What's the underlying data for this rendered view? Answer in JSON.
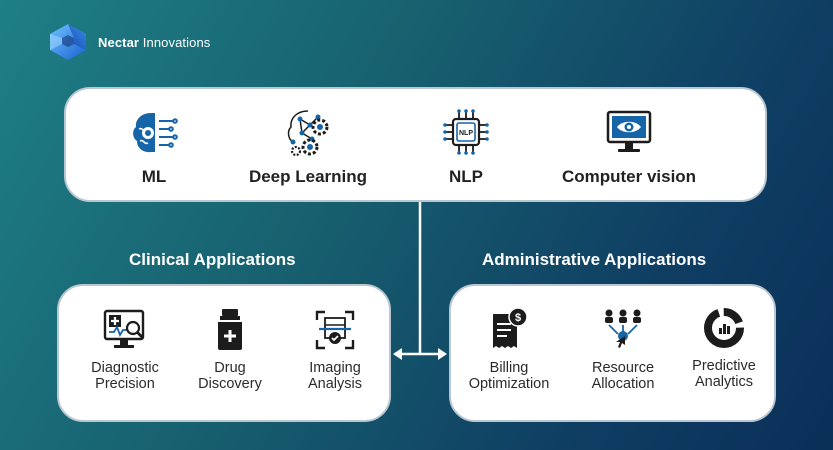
{
  "brand": {
    "name_bold": "Nectar",
    "name_light": " Innovations"
  },
  "technologies": [
    {
      "label": "ML",
      "icon": "brain-gear-icon"
    },
    {
      "label": "Deep Learning",
      "icon": "neural-network-gears-icon"
    },
    {
      "label": "NLP",
      "icon": "nlp-chip-icon"
    },
    {
      "label": "Computer vision",
      "icon": "monitor-eye-icon"
    }
  ],
  "clinical": {
    "title": "Clinical Applications",
    "items": [
      {
        "line1": "Diagnostic",
        "line2": "Precision",
        "icon": "diagnostic-monitor-icon"
      },
      {
        "line1": "Drug",
        "line2": "Discovery",
        "icon": "medicine-bottle-icon"
      },
      {
        "line1": "Imaging",
        "line2": "Analysis",
        "icon": "scan-imaging-icon"
      }
    ]
  },
  "administrative": {
    "title": "Administrative Applications",
    "items": [
      {
        "line1": "Billing",
        "line2": "Optimization",
        "icon": "invoice-dollar-icon"
      },
      {
        "line1": "Resource",
        "line2": "Allocation",
        "icon": "people-network-icon"
      },
      {
        "line1": "Predictive",
        "line2": "Analytics",
        "icon": "donut-analytics-icon"
      }
    ]
  },
  "colors": {
    "background_start": "#1e7f86",
    "background_end": "#0a2f58",
    "panel": "#ffffff",
    "panel_border": "#b9c7d2",
    "icon_dark": "#1c1c1c",
    "icon_blue": "#1565a8",
    "connector": "#ffffff"
  }
}
